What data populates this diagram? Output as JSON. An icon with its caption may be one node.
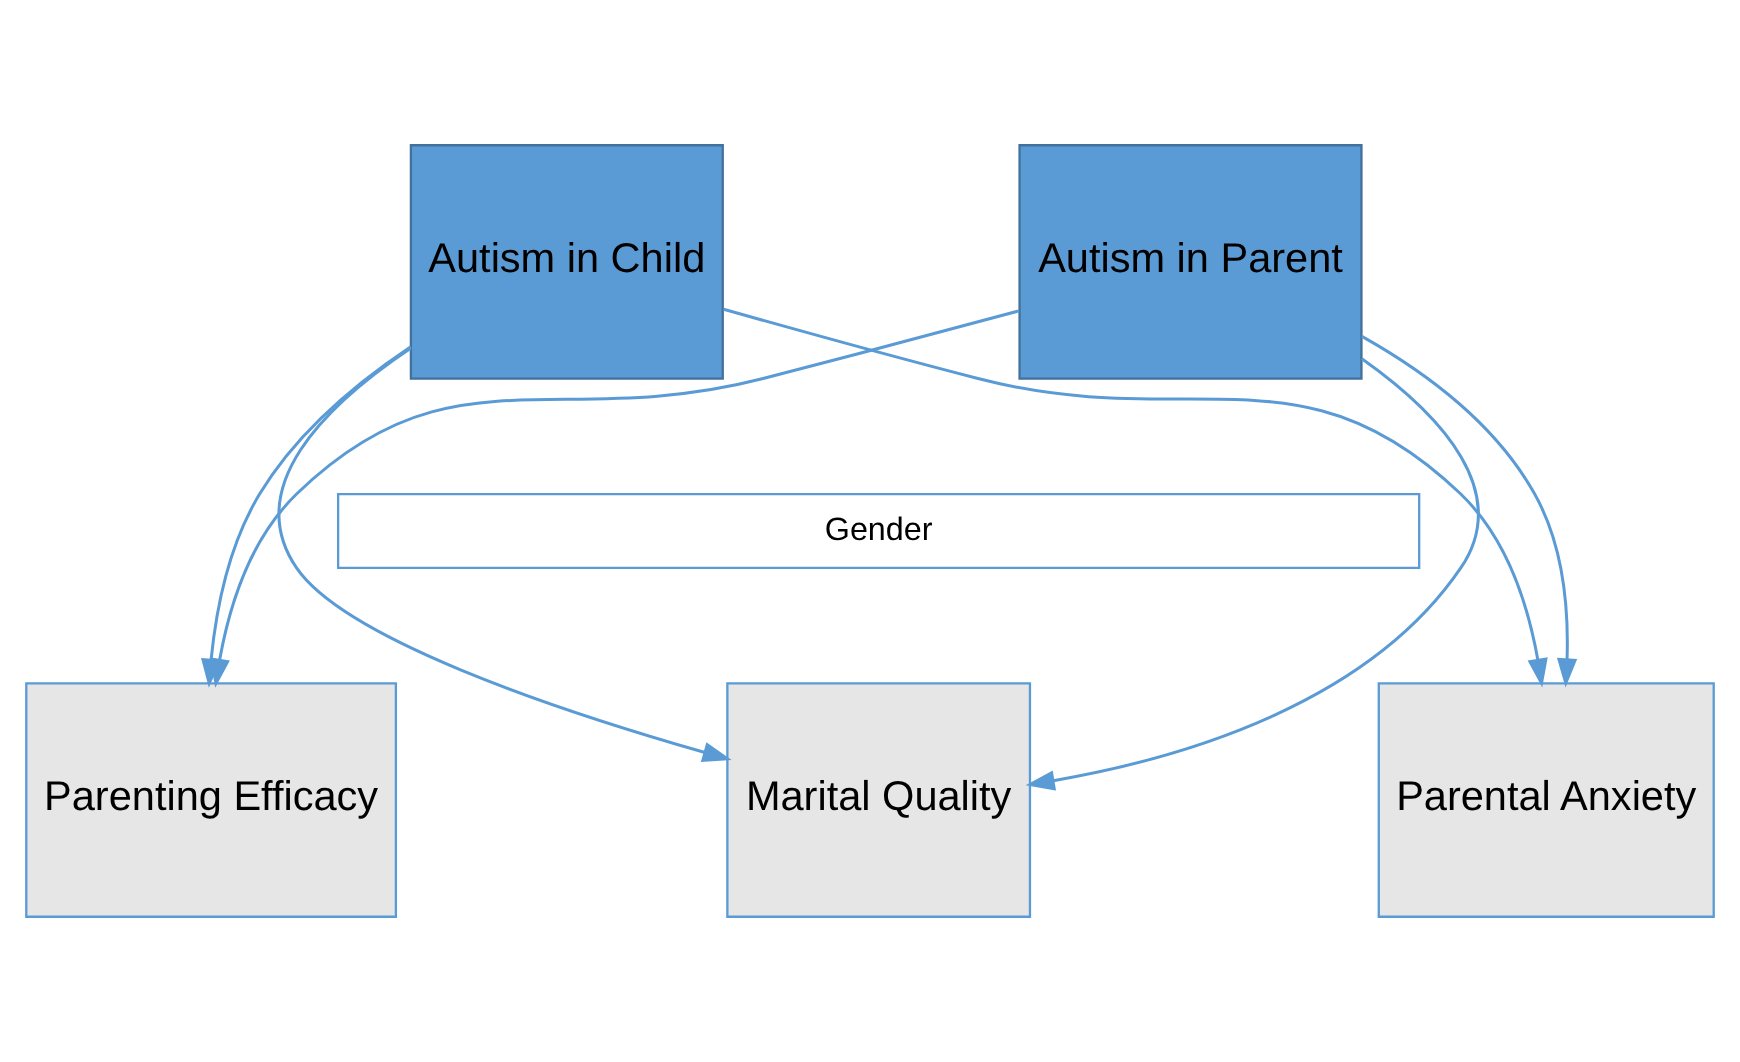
{
  "diagram": {
    "nodes": [
      {
        "text": [
          "Autism in Child"
        ]
      },
      {
        "text": [
          "Autism in Parent"
        ]
      },
      {
        "text": [
          "Gender"
        ]
      },
      {
        "text": [
          "Marital Quality"
        ]
      },
      {
        "text": [
          "Parenting Efficacy"
        ]
      },
      {
        "text": [
          "Parental Anxiety"
        ]
      }
    ],
    "edges": [
      {
        "from": 0,
        "to": 3,
        "arrow": "to"
      },
      {
        "from": 0,
        "to": 4,
        "arrow": "to"
      },
      {
        "from": 0,
        "to": 5,
        "arrow": "to"
      },
      {
        "from": 1,
        "to": 3,
        "arrow": "to"
      },
      {
        "from": 1,
        "to": 4,
        "arrow": "to"
      },
      {
        "from": 1,
        "to": 5,
        "arrow": "to"
      }
    ]
  }
}
